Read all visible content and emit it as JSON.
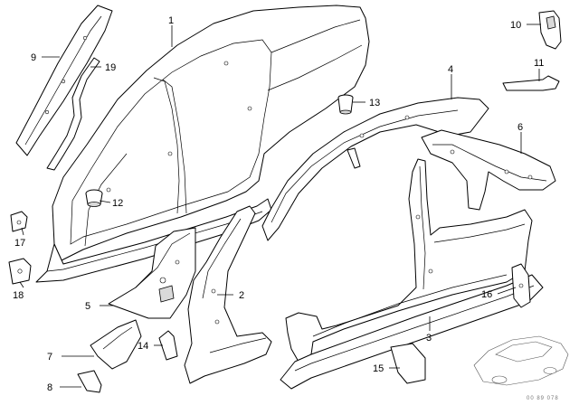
{
  "diagram": {
    "callouts": [
      {
        "id": "1",
        "label": "1"
      },
      {
        "id": "2",
        "label": "2"
      },
      {
        "id": "3",
        "label": "3"
      },
      {
        "id": "4",
        "label": "4"
      },
      {
        "id": "5",
        "label": "5"
      },
      {
        "id": "6",
        "label": "6"
      },
      {
        "id": "7",
        "label": "7"
      },
      {
        "id": "8",
        "label": "8"
      },
      {
        "id": "9",
        "label": "9"
      },
      {
        "id": "10",
        "label": "10"
      },
      {
        "id": "11",
        "label": "11"
      },
      {
        "id": "12",
        "label": "12"
      },
      {
        "id": "13",
        "label": "13"
      },
      {
        "id": "14",
        "label": "14"
      },
      {
        "id": "15",
        "label": "15"
      },
      {
        "id": "16",
        "label": "16"
      },
      {
        "id": "17",
        "label": "17"
      },
      {
        "id": "18",
        "label": "18"
      },
      {
        "id": "19",
        "label": "19"
      }
    ],
    "thumbnail_code": "00 89 078"
  }
}
